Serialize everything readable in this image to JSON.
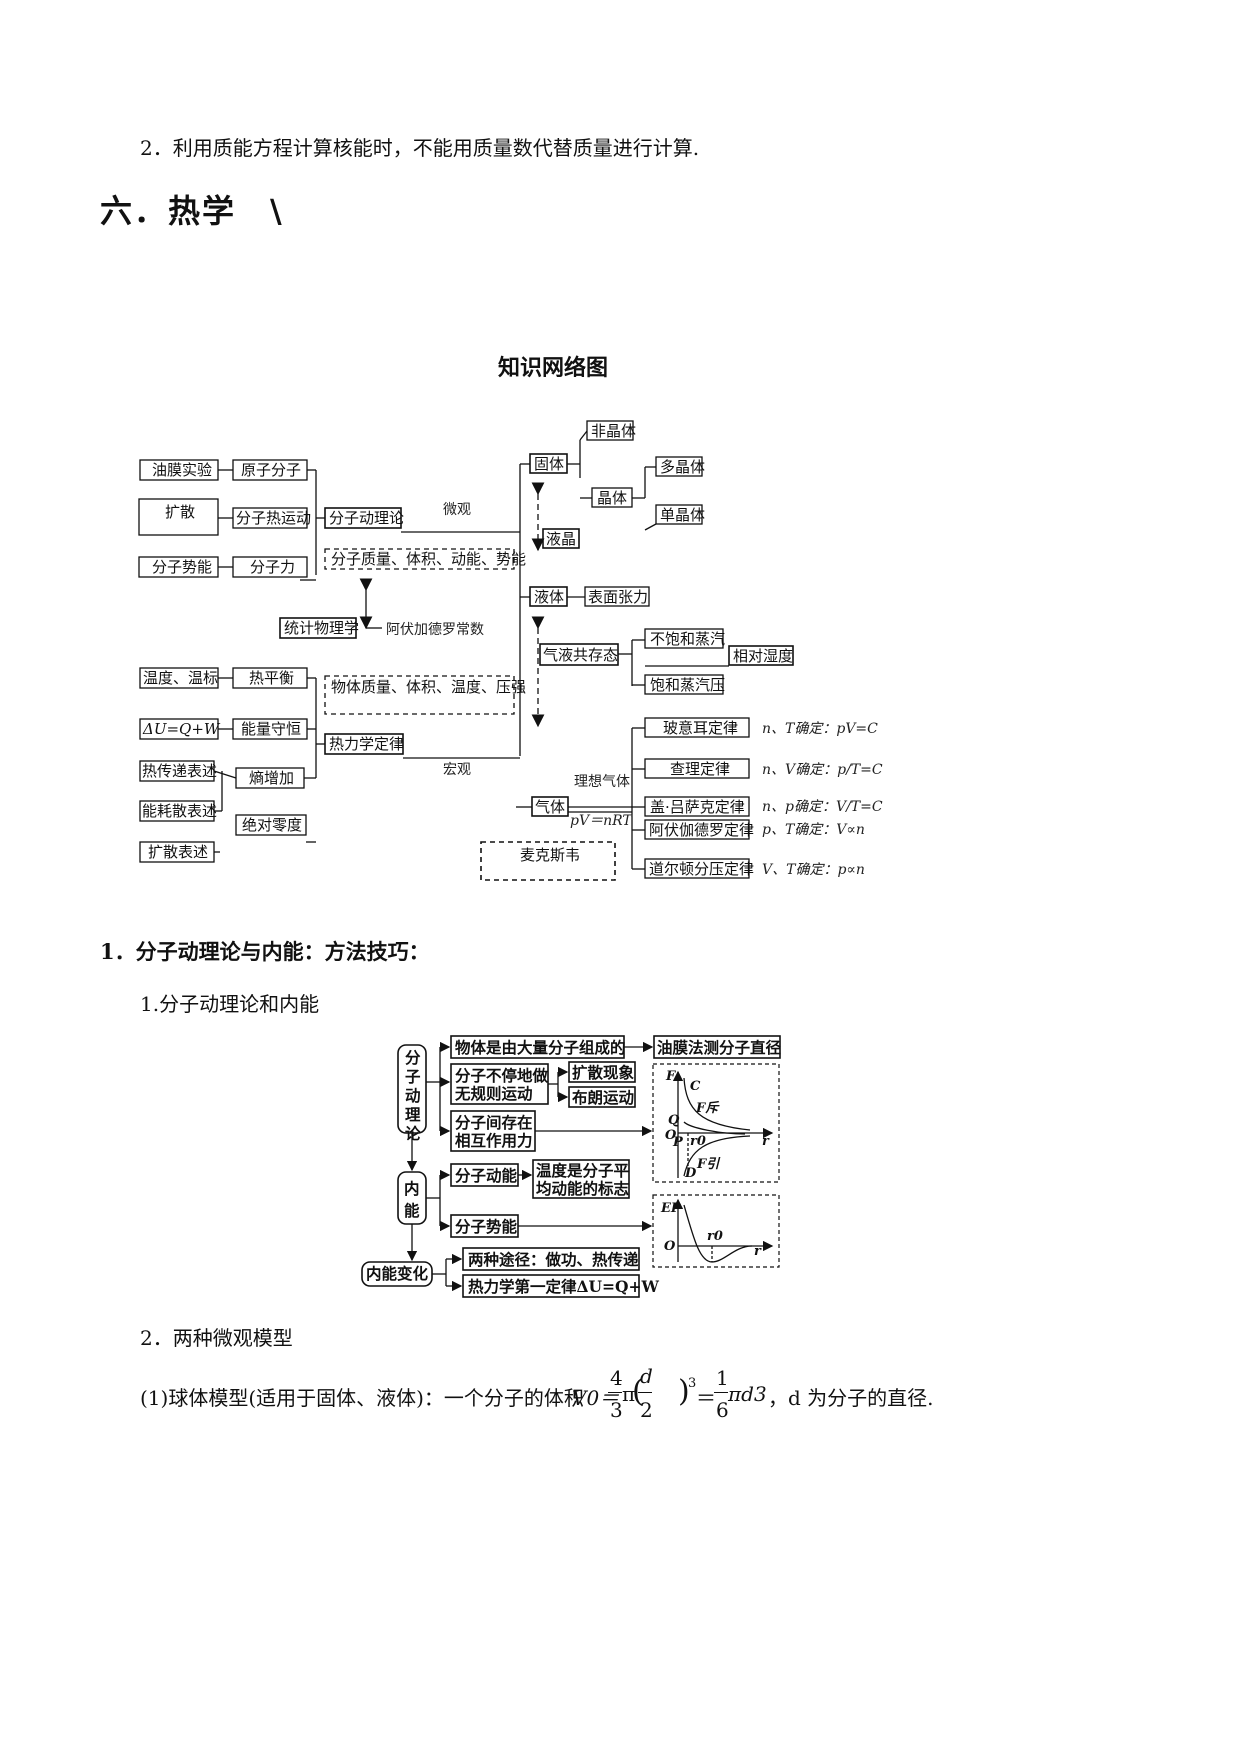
{
  "intro_line": "2．利用质能方程计算核能时，不能用质量数代替质量进行计算.",
  "chapter_heading": "六．热学　\\",
  "map_title": "知识网络图",
  "map": {
    "micro_label": "微观",
    "macro_label": "宏观",
    "ideal_gas_label": "理想气体",
    "avogadro_constant": "阿伏加德罗常数",
    "left": {
      "oil_film": "油膜实验",
      "atom_molecule": "原子分子",
      "diffusion": "扩散",
      "thermal_motion": "分子热运动",
      "mol_potential": "分子势能",
      "mol_force": "分子力",
      "temperature": "温度、温标",
      "thermal_eq": "热平衡",
      "first_law": "ΔU=Q+W",
      "energy_cons": "能量守恒",
      "heat_transfer": "热传递表述",
      "entropy": "熵增加",
      "dissipation": "能耗散表述",
      "abs_zero": "绝对零度",
      "diffusion_stmt": "扩散表述"
    },
    "center": {
      "kinetic_theory": "分子动理论",
      "micro_quantities": "分子质量、体积、动能、势能",
      "stat_physics": "统计物理学",
      "macro_quantities": "物体质量、体积、温度、压强",
      "thermo_laws": "热力学定律"
    },
    "right": {
      "amorphous": "非晶体",
      "solid": "固体",
      "polycrystal": "多晶体",
      "crystal": "晶体",
      "single_crystal": "单晶体",
      "liquid_crystal": "液晶",
      "liquid": "液体",
      "surface_tension": "表面张力",
      "gas_liquid": "气液共存态",
      "unsat_vapor": "不饱和蒸汽",
      "rel_humidity": "相对湿度",
      "sat_pressure": "饱和蒸汽压",
      "gas": "气体",
      "gas_eq": "pV＝nRT",
      "maxwell": "麦克斯韦",
      "laws": [
        {
          "name": "玻意耳定律",
          "cond": "n、T确定：pV=C"
        },
        {
          "name": "查理定律",
          "cond": "n、V确定：p/T=C"
        },
        {
          "name": "盖·吕萨克定律",
          "cond": "n、p确定：V/T=C"
        },
        {
          "name": "阿伏伽德罗定律",
          "cond": "p、T确定：V∝n"
        },
        {
          "name": "道尔顿分压定律",
          "cond": "V、T确定：p∝n"
        }
      ]
    }
  },
  "section1_heading": "1．分子动理论与内能：方法技巧：",
  "section1_sub": "1.分子动理论和内能",
  "diagram2": {
    "kinetic_theory": "分子动理论",
    "internal_energy": "内能",
    "ie_change": "内能变化",
    "made_of_molecules": "物体是由大量分子组成的",
    "oil_film_method": "油膜法测分子直径",
    "random_motion_1": "分子不停地做",
    "random_motion_2": "无规则运动",
    "diffusion": "扩散现象",
    "brownian": "布朗运动",
    "interaction_1": "分子间存在",
    "interaction_2": "相互作用力",
    "mol_kinetic": "分子动能",
    "temp_mark_1": "温度是分子平",
    "temp_mark_2": "均动能的标志",
    "mol_potential": "分子势能",
    "two_ways": "两种途径：做功、热传递",
    "first_law": "热力学第一定律ΔU=Q+W",
    "force_graph": {
      "F": "F",
      "C": "C",
      "F_rep": "F斥",
      "Q": "Q",
      "O": "O",
      "P": "P",
      "r0": "r0",
      "r": "r",
      "D": "D",
      "F_att": "F引"
    },
    "energy_graph": {
      "Ep": "EP",
      "O": "O",
      "r0": "r0",
      "r": "r"
    }
  },
  "section2_heading": "2．两种微观模型",
  "formula": {
    "prefix": "(1)球体模型(适用于固体、液体)：一个分子的体积",
    "V0": "V0＝",
    "n1": "4",
    "d1": "3",
    "pi": "π",
    "lp": "(",
    "d_over": "d",
    "two": "2",
    "rp": ")",
    "cube": "3",
    "eq": "＝",
    "n2": "1",
    "d2": "6",
    "pid3": "πd3",
    "suffix": "，d 为分子的直径."
  }
}
